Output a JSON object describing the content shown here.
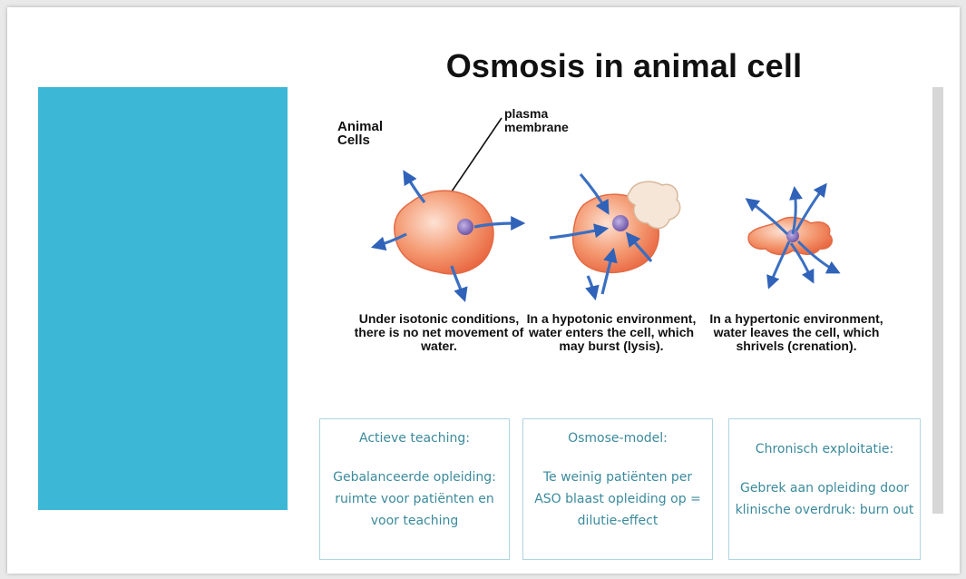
{
  "slide": {
    "title": "Osmosis in animal cell",
    "accent_color": "#3cb8d6"
  },
  "figure": {
    "label_cells": "Animal Cells",
    "label_membrane": "plasma membrane",
    "cell_color": "#f28a60",
    "nucleus_color": "#8f7cc0",
    "arrow_color": "#3a6fc2",
    "captions": [
      "Under isotonic conditions, there is no net movement of water.",
      "In a hypotonic environment, water enters the cell, which may burst (lysis).",
      "In a hypertonic environment, water leaves the cell, which shrivels (crenation)."
    ]
  },
  "boxes": [
    {
      "heading": "Actieve teaching:",
      "body": "Gebalanceerde opleiding: ruimte voor patiënten en voor teaching"
    },
    {
      "heading": "Osmose-model:",
      "body": "Te weinig patiënten per ASO blaast opleiding op = dilutie-effect"
    },
    {
      "heading": "Chronisch exploitatie:",
      "body": "Gebrek aan opleiding door klinische overdruk: burn out"
    }
  ]
}
